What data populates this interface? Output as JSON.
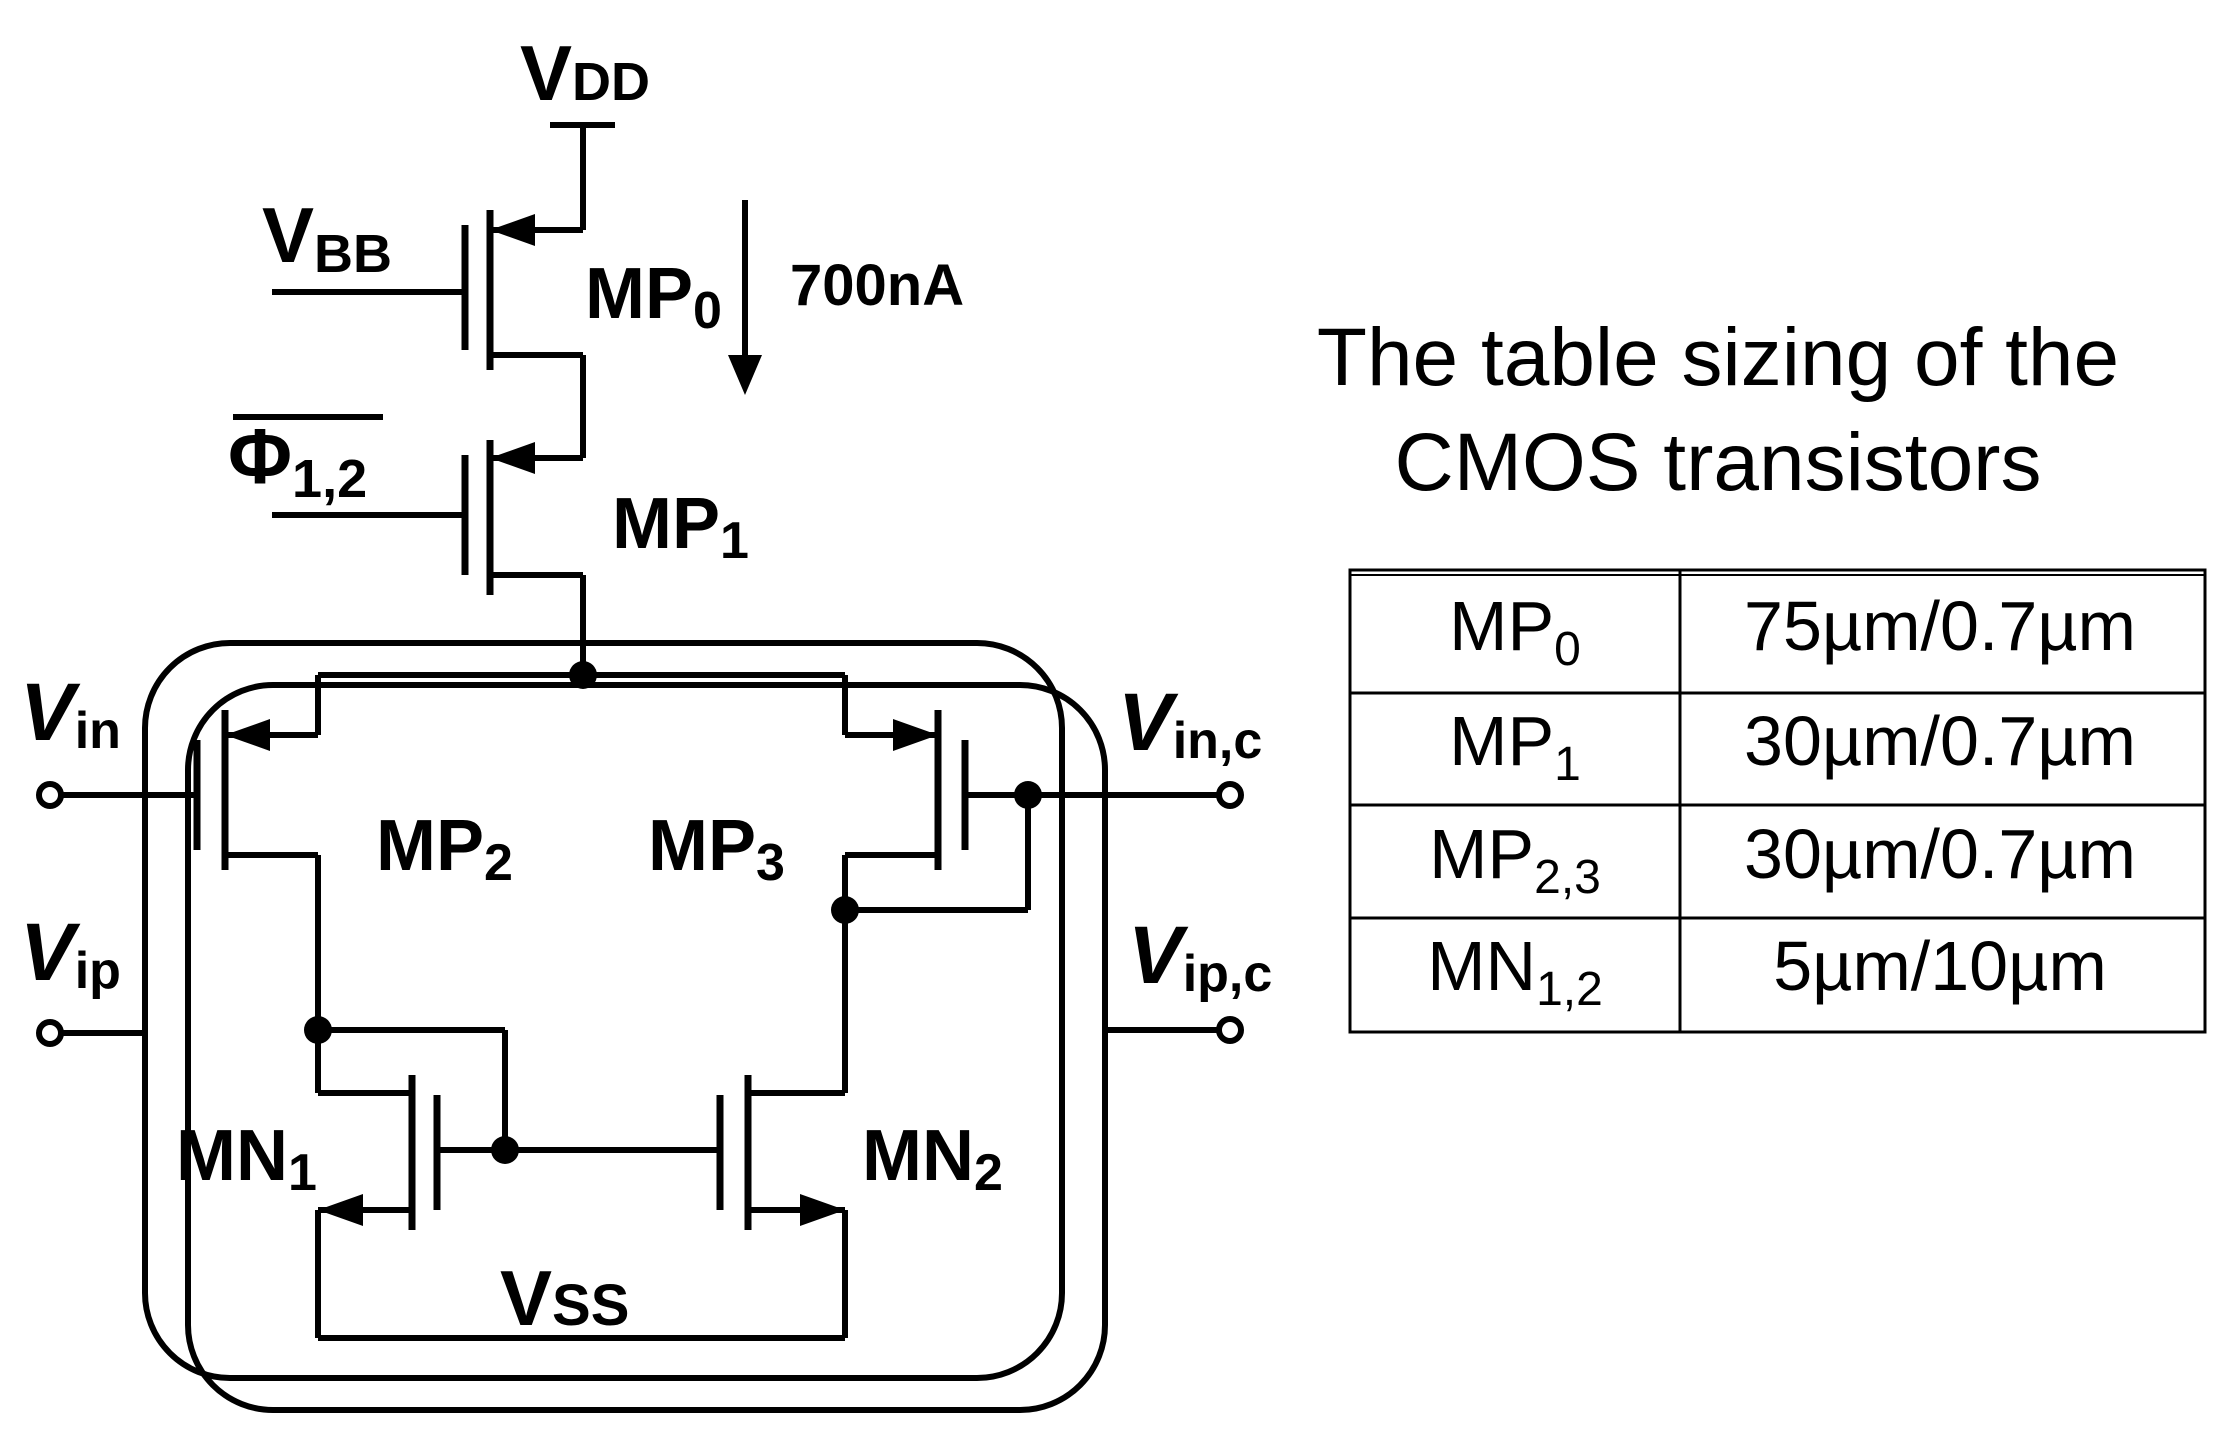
{
  "circuit": {
    "labels": {
      "vdd": {
        "main": "V",
        "sub": "DD"
      },
      "vbb": {
        "main": "V",
        "sub": "BB"
      },
      "phi": {
        "main": "Φ",
        "sub": "1,2"
      },
      "mp0": {
        "main": "MP",
        "sub": "0"
      },
      "mp1": {
        "main": "MP",
        "sub": "1"
      },
      "mp2": {
        "main": "MP",
        "sub": "2"
      },
      "mp3": {
        "main": "MP",
        "sub": "3"
      },
      "mn1": {
        "main": "MN",
        "sub": "1"
      },
      "mn2": {
        "main": "MN",
        "sub": "2"
      },
      "vss": {
        "main": "V",
        "sub": "SS"
      },
      "vin": {
        "main": "V",
        "sub": "in"
      },
      "vip": {
        "main": "V",
        "sub": "ip"
      },
      "vinc": {
        "main": "V",
        "sub": "in,c"
      },
      "vipc": {
        "main": "V",
        "sub": "ip,c"
      },
      "current": "700nA"
    }
  },
  "table": {
    "title_line1": "The table sizing of the",
    "title_line2": "CMOS transistors",
    "rows": [
      {
        "name": "MP",
        "sub": "0",
        "size": "75µm/0.7µm"
      },
      {
        "name": "MP",
        "sub": "1",
        "size": "30µm/0.7µm"
      },
      {
        "name": "MP",
        "sub": "2,3",
        "size": "30µm/0.7µm"
      },
      {
        "name": "MN",
        "sub": "1,2",
        "size": "5µm/10µm"
      }
    ]
  }
}
